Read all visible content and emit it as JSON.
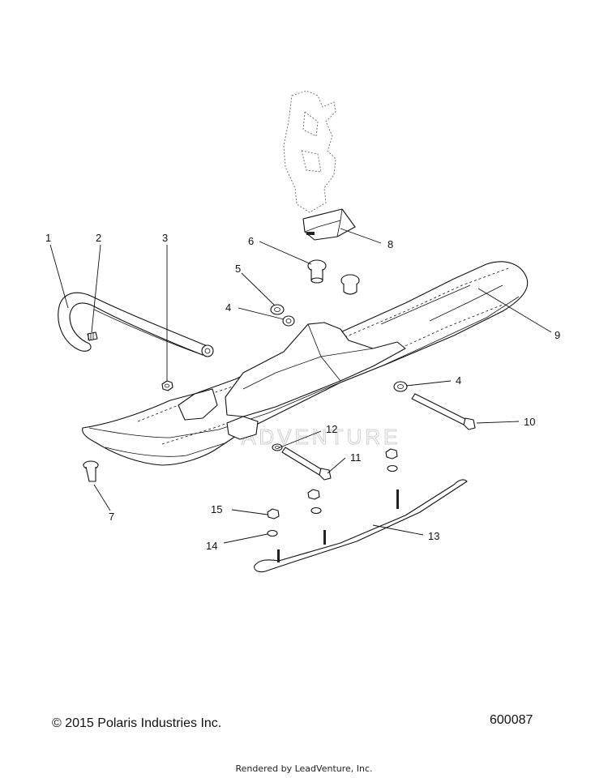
{
  "watermark": "ADVENTURE",
  "callouts": [
    {
      "id": "1",
      "text": "1"
    },
    {
      "id": "2",
      "text": "2"
    },
    {
      "id": "3",
      "text": "3"
    },
    {
      "id": "4a",
      "text": "4"
    },
    {
      "id": "4b",
      "text": "4"
    },
    {
      "id": "5",
      "text": "5"
    },
    {
      "id": "6",
      "text": "6"
    },
    {
      "id": "7",
      "text": "7"
    },
    {
      "id": "8",
      "text": "8"
    },
    {
      "id": "9",
      "text": "9"
    },
    {
      "id": "10",
      "text": "10"
    },
    {
      "id": "11",
      "text": "11"
    },
    {
      "id": "12",
      "text": "12"
    },
    {
      "id": "13",
      "text": "13"
    },
    {
      "id": "14",
      "text": "14"
    },
    {
      "id": "15",
      "text": "15"
    }
  ],
  "footer": {
    "copyright": "© 2015 Polaris Industries Inc.",
    "figure_number": "600087",
    "render_credit": "Rendered by LeadVenture, Inc."
  }
}
